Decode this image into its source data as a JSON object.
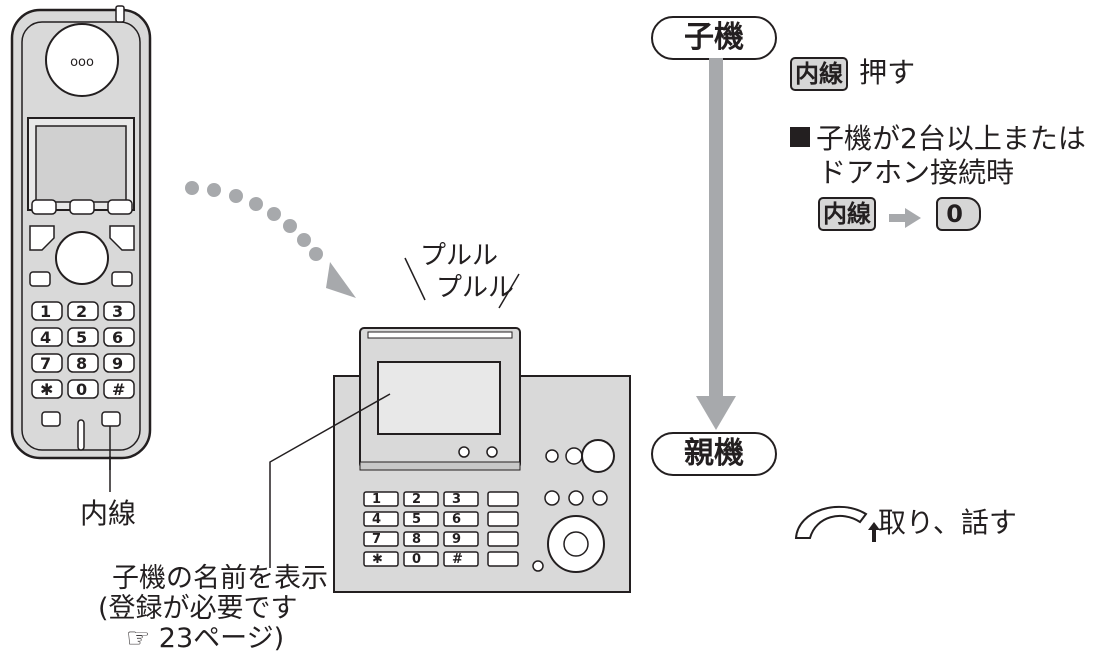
{
  "flow": {
    "handset_label": "子機",
    "base_label": "親機"
  },
  "steps": {
    "step1_key": "内線",
    "step1_action": "押す",
    "note_line1": "子機が2台以上または",
    "note_line2": "ドアホン接続時",
    "note_key1": "内線",
    "note_key2": "0",
    "step2_action": "取り、話す"
  },
  "ring_sound": {
    "line1": "プルル",
    "line2": "プルル"
  },
  "handset": {
    "intercom_label": "内線",
    "keys": [
      "1",
      "2",
      "3",
      "4",
      "5",
      "6",
      "7",
      "8",
      "9",
      "✱",
      "0",
      "#"
    ]
  },
  "base_unit": {
    "keys": [
      "1",
      "2",
      "3",
      "4",
      "5",
      "6",
      "7",
      "8",
      "9",
      "✱",
      "0",
      "#"
    ]
  },
  "callout": {
    "line1": "子機の名前を表示",
    "line2": "(登録が必要です",
    "line3": "☞ 23ページ)"
  },
  "colors": {
    "device_fill": "#d9d9d9",
    "arrow_gray": "#a7a9ac",
    "outline": "#231f20"
  }
}
